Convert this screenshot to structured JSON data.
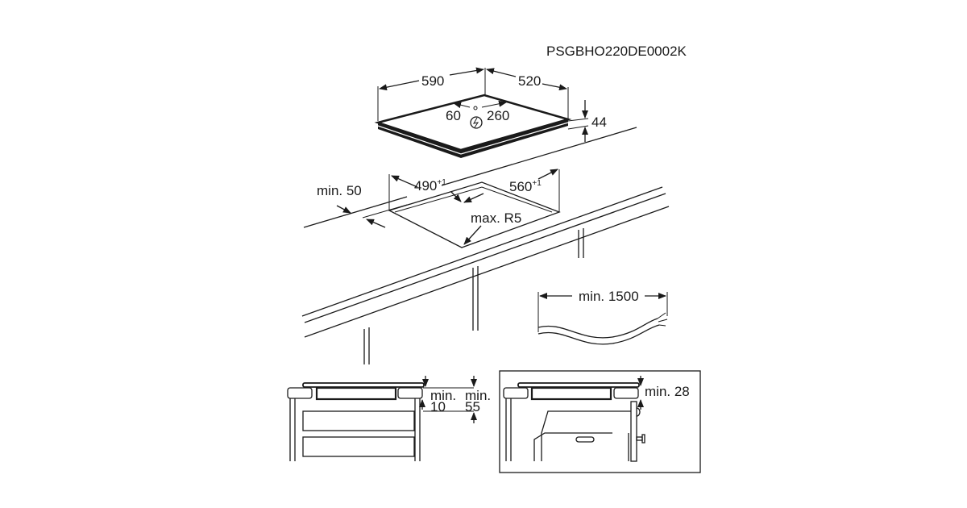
{
  "drawing_code": "PSGBHO220DE0002K",
  "hob": {
    "width": "590",
    "depth": "520",
    "height": "44",
    "connection_left": "60",
    "connection_right": "260"
  },
  "cutout": {
    "depth": "490",
    "depth_tolerance": "+1",
    "width": "560",
    "width_tolerance": "+1",
    "radius": "max. R5",
    "front_distance": "min. 50"
  },
  "cable": {
    "length": "min. 1500"
  },
  "section_drawer": {
    "gap_label_a": "min.",
    "gap_value_a": "10",
    "gap_label_b": "min.",
    "gap_value_b": "55"
  },
  "section_oven": {
    "gap": "min. 28"
  }
}
